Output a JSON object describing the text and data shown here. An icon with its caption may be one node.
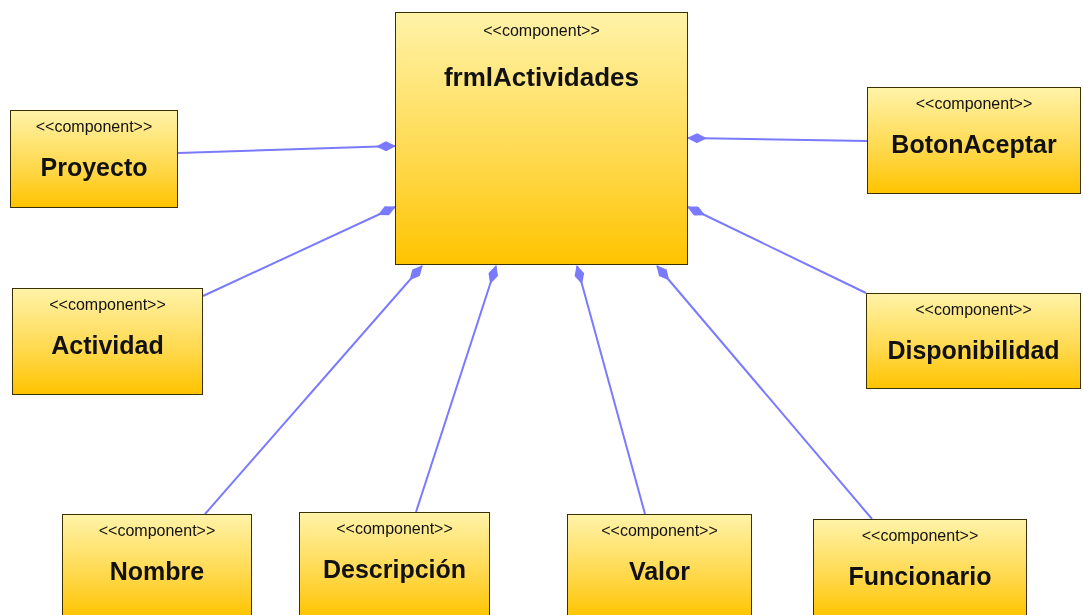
{
  "diagram": {
    "nodes": [
      {
        "text": [
          "<<component>>",
          "frmlActividades"
        ]
      },
      {
        "text": [
          "<<component>>",
          "Proyecto"
        ]
      },
      {
        "text": [
          "<<component>>",
          "Actividad"
        ]
      },
      {
        "text": [
          "<<component>>",
          "BotonAceptar"
        ]
      },
      {
        "text": [
          "<<component>>",
          "Disponibilidad"
        ]
      },
      {
        "text": [
          "<<component>>",
          "Nombre"
        ]
      },
      {
        "text": [
          "<<component>>",
          "Descripción"
        ]
      },
      {
        "text": [
          "<<component>>",
          "Valor"
        ]
      },
      {
        "text": [
          "<<component>>",
          "Funcionario"
        ]
      }
    ],
    "edges": [
      {
        "from": 1,
        "to": 0,
        "arrow": "other"
      },
      {
        "from": 2,
        "to": 0,
        "arrow": "other"
      },
      {
        "from": 3,
        "to": 0,
        "arrow": "other"
      },
      {
        "from": 4,
        "to": 0,
        "arrow": "other"
      },
      {
        "from": 5,
        "to": 0,
        "arrow": "other"
      },
      {
        "from": 6,
        "to": 0,
        "arrow": "other"
      },
      {
        "from": 7,
        "to": 0,
        "arrow": "other"
      },
      {
        "from": 8,
        "to": 0,
        "arrow": "other"
      }
    ]
  }
}
